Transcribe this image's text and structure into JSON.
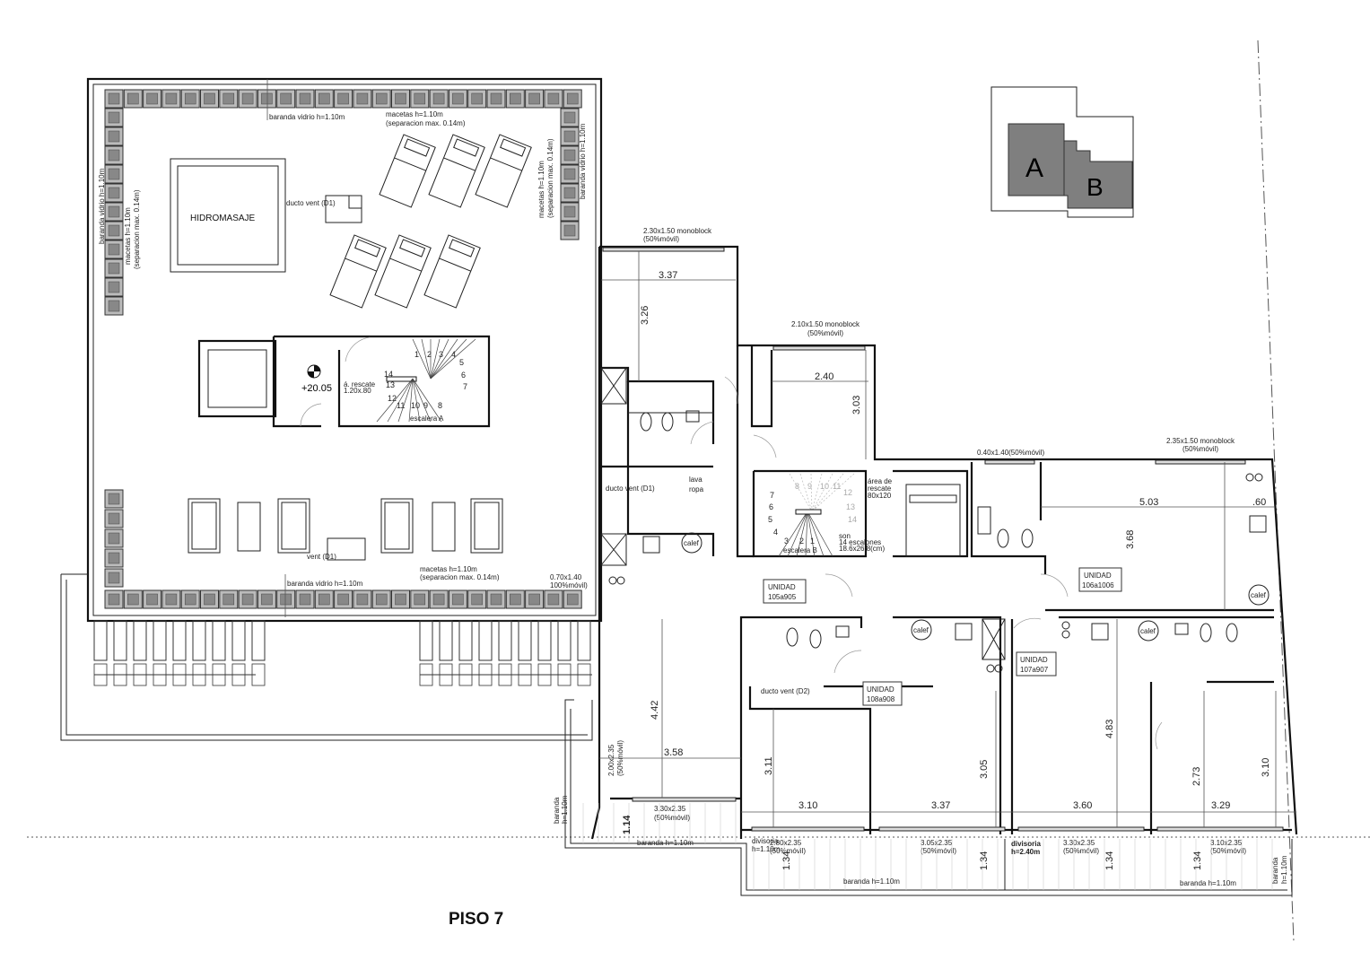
{
  "title": "PISO 7",
  "keyplan": {
    "a": "A",
    "b": "B",
    "colors": {
      "block": "#7f7f7f"
    }
  },
  "roof": {
    "hidromasaje": "HIDROMASAJE",
    "baranda_top": "baranda vidrio h=1.10m",
    "baranda_bottom": "baranda vidrio h=1.10m",
    "baranda_left": "baranda vidrio h=1.10m",
    "baranda_right": "baranda vidrio h=1.10m",
    "macetas_top_1": "macetas h=1.10m",
    "macetas_top_2": "(separacion max. 0.14m)",
    "macetas_bottom_1": "macetas h=1.10m",
    "macetas_bottom_2": "(separacion max. 0.14m)",
    "macetas_left_1": "macetas h=1.10m",
    "macetas_left_2": "(separacion max. 0.14m)",
    "macetas_right_1": "macetas h=1.10m",
    "macetas_right_2": "(separacion max. 0.14m)",
    "ducto_top": "ducto vent (D1)",
    "ducto_bottom": "vent (D1)",
    "level": "+20.05",
    "rescate_1": "á. rescate",
    "rescate_2": "1.20x.80",
    "escalera": "escalera A",
    "stair_numbers": [
      "1",
      "2",
      "3",
      "4",
      "5",
      "6",
      "7",
      "8",
      "9",
      "10",
      "11",
      "12",
      "13",
      "14"
    ],
    "window_070_1": "0.70x1.40",
    "window_070_2": "100%móvil)"
  },
  "units": {
    "u105": {
      "l1": "UNIDAD",
      "l2": "105a905"
    },
    "u106": {
      "l1": "UNIDAD",
      "l2": "106a1006"
    },
    "u107": {
      "l1": "UNIDAD",
      "l2": "107a907"
    },
    "u108": {
      "l1": "UNIDAD",
      "l2": "108a908"
    }
  },
  "windows": {
    "w1a": "2.30x1.50 monoblock",
    "w1b": "(50%móvil)",
    "w2a": "2.10x1.50 monoblock",
    "w2b": "(50%móvil)",
    "w3": "0.40x1.40(50%móvil)",
    "w4a": "2.35x1.50 monoblock",
    "w4b": "(50%móvil)",
    "w5a": "2.00x2.35",
    "w5b": "(50%móvil)",
    "w6a": "3.30x2.35",
    "w6b": "(50%móvil)",
    "w7a": "2.80x2.35",
    "w7b": "(50%móvil)",
    "w8a": "3.05x2.35",
    "w8b": "(50%móvil)",
    "w9a": "3.30x2.35",
    "w9b": "(50%móvil)",
    "w10a": "3.10x2.35",
    "w10b": "(50%móvil)"
  },
  "dims": {
    "d337a": "3.37",
    "d326": "3.26",
    "d240": "2.40",
    "d303": "3.03",
    "d503": "5.03",
    "d368": "3.68",
    "d060": ".60",
    "d442": "4.42",
    "d358": "3.58",
    "d311": "3.11",
    "d310a": "3.10",
    "d337b": "3.37",
    "d305": "3.05",
    "d483": "4.83",
    "d360": "3.60",
    "d273": "2.73",
    "d329": "3.29",
    "d310b": "3.10",
    "d114": "1.14",
    "d134a": "1.34",
    "d134b": "1.34",
    "d134c": "1.34",
    "d134d": "1.34"
  },
  "core": {
    "lava1": "lava",
    "lava2": "ropa",
    "ducto_d1": "ducto vent (D1)",
    "ducto_d2": "ducto vent (D2)",
    "area1": "área de",
    "area2": "rescate",
    "area3": "80x120",
    "son1": "son",
    "son2": "14 escalones",
    "son3": "18.6x26.8(cm)",
    "escalera": "escalera B",
    "calef": "calef"
  },
  "balcony": {
    "baranda_a": "baranda h=1.10m",
    "baranda_b": "baranda h=1.10m",
    "baranda_c": "baranda h=1.10m",
    "baranda_left_1": "baranda",
    "baranda_left_2": "h=1.10m",
    "baranda_right_1": "baranda",
    "baranda_right_2": "h=1.10m",
    "div1a": "divisoria",
    "div1b": "h=1.10m",
    "div2a": "divisoria",
    "div2b": "h=2.40m"
  }
}
